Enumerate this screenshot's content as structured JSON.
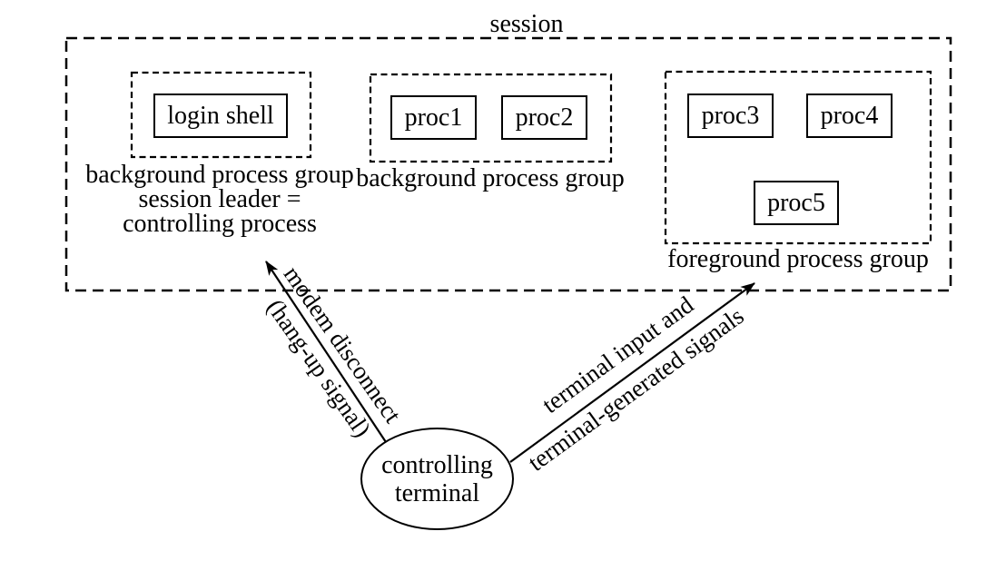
{
  "diagram": {
    "title": "session",
    "groups": [
      {
        "id": "login-group",
        "label_lines": [
          "background process group",
          "session leader =",
          "controlling process"
        ],
        "processes": [
          "login shell"
        ]
      },
      {
        "id": "background-group",
        "label_lines": [
          "background process group"
        ],
        "processes": [
          "proc1",
          "proc2"
        ]
      },
      {
        "id": "foreground-group",
        "label_lines": [
          "foreground process group"
        ],
        "processes": [
          "proc3",
          "proc4",
          "proc5"
        ]
      }
    ],
    "terminal": {
      "label_lines": [
        "controlling",
        "terminal"
      ]
    },
    "arrows": [
      {
        "id": "hangup-arrow",
        "labels": [
          "modem disconnect",
          "(hang-up signal)"
        ]
      },
      {
        "id": "terminal-input-arrow",
        "labels": [
          "terminal input and",
          "terminal-generated signals"
        ]
      }
    ],
    "colors": {
      "line": "#000000",
      "background": "#ffffff"
    }
  }
}
